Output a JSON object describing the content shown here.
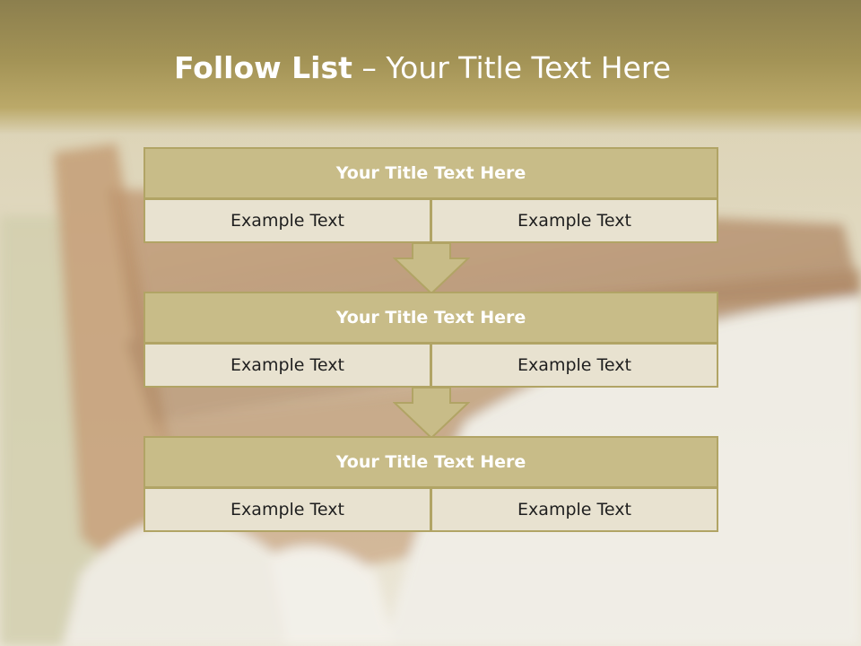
{
  "slide": {
    "title_bold": "Follow List",
    "title_rest": "– Your Title Text Here"
  },
  "blocks": [
    {
      "title": "Your Title Text Here",
      "left": "Example Text",
      "right": "Example Text"
    },
    {
      "title": "Your Title Text Here",
      "left": "Example Text",
      "right": "Example Text"
    },
    {
      "title": "Your Title Text Here",
      "left": "Example Text",
      "right": "Example Text"
    }
  ],
  "colors": {
    "title_band": "#a39356",
    "block_title_fill": "#c8bc88",
    "block_cell_fill": "#e8e2d0",
    "border": "#b1a465",
    "arrow_fill": "#c8bc88"
  }
}
